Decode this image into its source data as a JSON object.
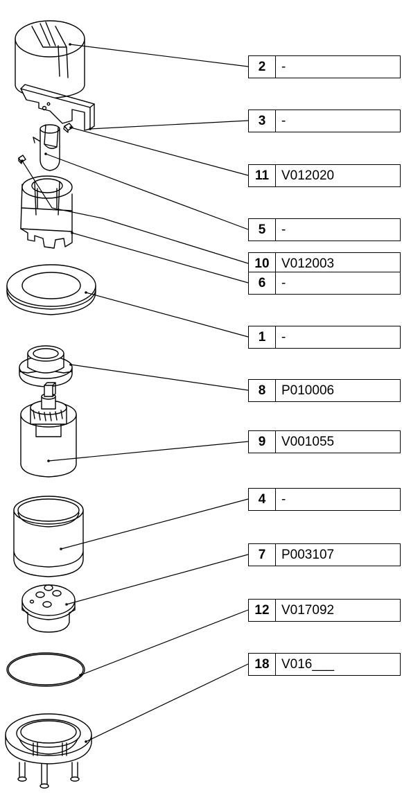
{
  "callouts": [
    {
      "number": "2",
      "code": "-"
    },
    {
      "number": "3",
      "code": "-"
    },
    {
      "number": "11",
      "code": "V012020"
    },
    {
      "number": "5",
      "code": "-"
    },
    {
      "number": "10",
      "code": "V012003"
    },
    {
      "number": "6",
      "code": "-"
    },
    {
      "number": "1",
      "code": "-"
    },
    {
      "number": "8",
      "code": "P010006"
    },
    {
      "number": "9",
      "code": "V001055"
    },
    {
      "number": "4",
      "code": "-"
    },
    {
      "number": "7",
      "code": "P003107"
    },
    {
      "number": "12",
      "code": "V017092"
    },
    {
      "number": "18",
      "code": "V016___"
    }
  ],
  "parts": [
    {
      "icon": "cylinder-tool-icon"
    },
    {
      "icon": "flat-key-tool-icon"
    },
    {
      "icon": "small-screw-icon"
    },
    {
      "icon": "cam-adapter-icon"
    },
    {
      "icon": "small-screw-icon"
    },
    {
      "icon": "slotted-sleeve-icon"
    },
    {
      "icon": "flat-ring-washer-icon"
    },
    {
      "icon": "hex-nut-icon"
    },
    {
      "icon": "cartridge-icon"
    },
    {
      "icon": "housing-sleeve-icon"
    },
    {
      "icon": "plug-insert-icon"
    },
    {
      "icon": "o-ring-icon"
    },
    {
      "icon": "mounting-flange-icon"
    }
  ]
}
